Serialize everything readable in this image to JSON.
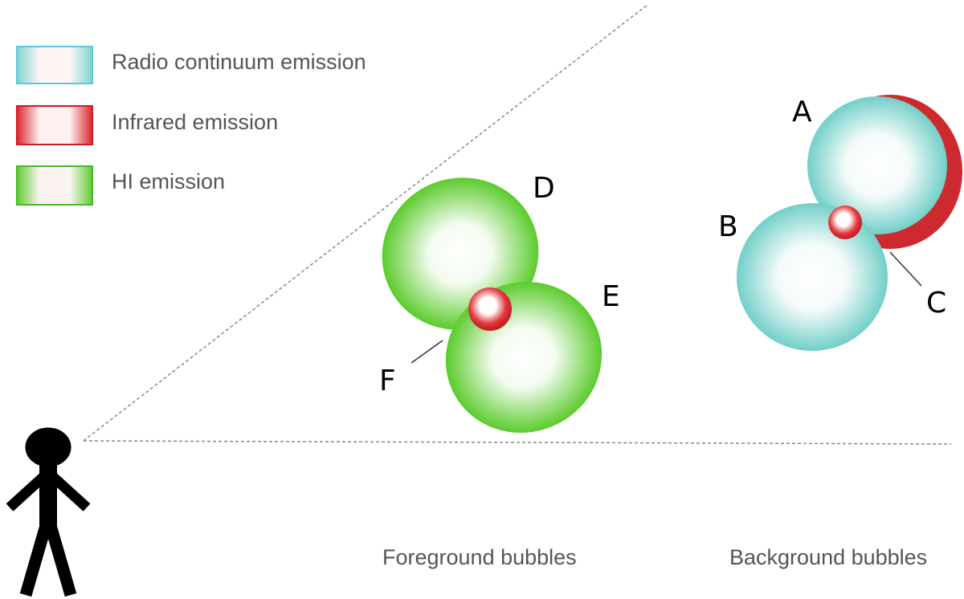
{
  "legend": {
    "items": [
      {
        "label": "Radio continuum emission",
        "color": "#7fd4cf",
        "swatch": "radio-swatch"
      },
      {
        "label": "Infrared emission",
        "color": "#d9262b",
        "swatch": "infrared-swatch"
      },
      {
        "label": "HI emission",
        "color": "#5fcc32",
        "swatch": "hi-swatch"
      }
    ]
  },
  "captions": {
    "foreground": "Foreground bubbles",
    "background": "Background bubbles"
  },
  "labels": {
    "A": "A",
    "B": "B",
    "C": "C",
    "D": "D",
    "E": "E",
    "F": "F"
  },
  "colors": {
    "radio": "#7fd4cf",
    "infrared": "#d9262b",
    "hi": "#5fcc32",
    "observer": "#000000",
    "sightline": "#777777"
  }
}
